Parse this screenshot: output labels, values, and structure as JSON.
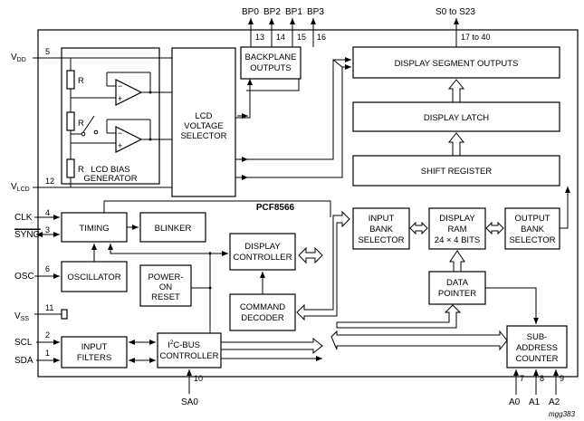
{
  "chip_name": "PCF8566",
  "figure_code": "mgg383",
  "blocks": {
    "backplane": [
      "BACKPLANE",
      "OUTPUTS"
    ],
    "display_segment_outputs": "DISPLAY SEGMENT OUTPUTS",
    "lcd_voltage_selector": [
      "LCD",
      "VOLTAGE",
      "SELECTOR"
    ],
    "lcd_bias": [
      "LCD BIAS",
      "GENERATOR"
    ],
    "display_latch": "DISPLAY LATCH",
    "shift_register": "SHIFT REGISTER",
    "timing": "TIMING",
    "blinker": "BLINKER",
    "oscillator": "OSCILLATOR",
    "power_on_reset": [
      "POWER-",
      "ON",
      "RESET"
    ],
    "display_controller": [
      "DISPLAY",
      "CONTROLLER"
    ],
    "command_decoder": [
      "COMMAND",
      "DECODER"
    ],
    "input_bank_selector": [
      "INPUT",
      "BANK",
      "SELECTOR"
    ],
    "display_ram": [
      "DISPLAY",
      "RAM",
      "24 × 4 BITS"
    ],
    "output_bank_selector": [
      "OUTPUT",
      "BANK",
      "SELECTOR"
    ],
    "data_pointer": [
      "DATA",
      "POINTER"
    ],
    "input_filters": [
      "INPUT",
      "FILTERS"
    ],
    "i2c_controller": [
      "I",
      "2",
      "C-BUS",
      "CONTROLLER"
    ],
    "sub_address_counter": [
      "SUB-",
      "ADDRESS",
      "COUNTER"
    ]
  },
  "resistor_label": "R",
  "signals": {
    "vdd": [
      "V",
      "DD"
    ],
    "vlcd": [
      "V",
      "LCD"
    ],
    "clk": "CLK",
    "sync": "SYNC",
    "osc": "OSC",
    "vss": [
      "V",
      "SS"
    ],
    "scl": "SCL",
    "sda": "SDA",
    "sa0": "SA0",
    "a0": "A0",
    "a1": "A1",
    "a2": "A2",
    "bp0": "BP0",
    "bp2": "BP2",
    "bp1": "BP1",
    "bp3": "BP3",
    "s0_s23": "S0 to S23"
  },
  "pins": {
    "vdd": "5",
    "vlcd": "12",
    "clk": "4",
    "sync": "3",
    "osc": "6",
    "vss": "11",
    "scl": "2",
    "sda": "1",
    "sa0": "10",
    "a0": "7",
    "a1": "8",
    "a2": "9",
    "bp0": "13",
    "bp2": "14",
    "bp1": "15",
    "bp3": "16",
    "segments": "17 to 40"
  }
}
